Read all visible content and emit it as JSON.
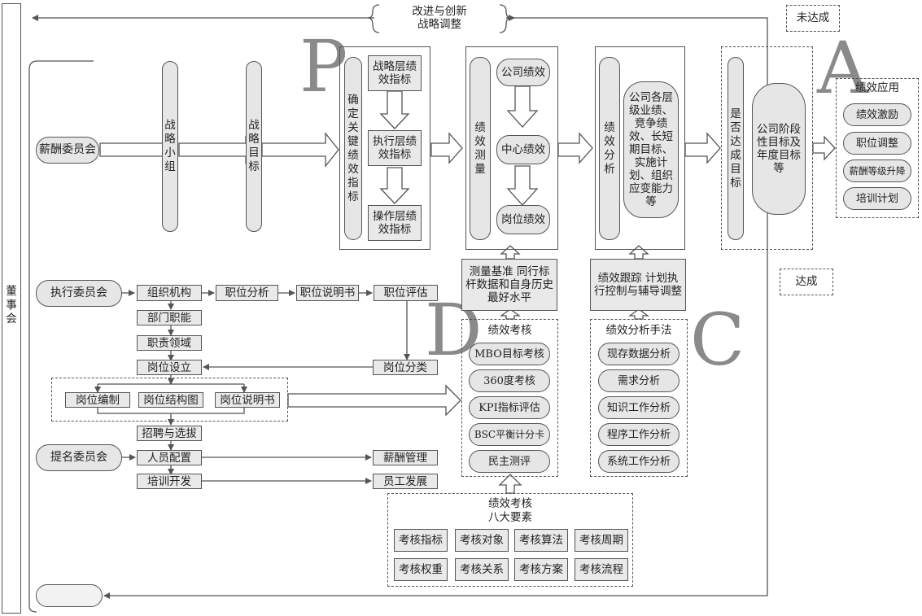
{
  "left_bar": "董事会",
  "top_feedback": {
    "line1": "改进与创新",
    "line2": "战略调整"
  },
  "not_achieved": "未达成",
  "achieved": "达成",
  "pdca": {
    "p": "P",
    "d": "D",
    "c": "C",
    "a": "A"
  },
  "committees": {
    "compensation": "薪酬委员会",
    "executive": "执行委员会",
    "nomination": "提名委员会"
  },
  "strategy_group": "战略小组",
  "strategy_goal": "战略目标",
  "kpi_box": {
    "title": "确定关键绩效指标",
    "items": [
      "战略层绩效指标",
      "执行层绩效指标",
      "操作层绩效指标"
    ]
  },
  "measure": {
    "title": "绩效测量",
    "items": [
      "公司绩效",
      "中心绩效",
      "岗位绩效"
    ]
  },
  "analysis": {
    "title": "绩效分析",
    "content": "公司各层级业绩、竞争绩效、长短期目标、实施计划、组织应变能力等"
  },
  "goal_check": {
    "title": "是否达成目标",
    "content": "公司阶段性目标及年度目标等"
  },
  "application": {
    "title": "绩效应用",
    "items": [
      "绩效激励",
      "职位调整",
      "薪酬等级升降",
      "培训计划"
    ]
  },
  "benchmark": "测量基准 同行标杆数据和自身历史最好水平",
  "tracking": "绩效跟踪 计划执行控制与辅导调整",
  "assessment": {
    "title": "绩效考核",
    "items": [
      "MBO目标考核",
      "360度考核",
      "KPI指标评估",
      "BSC平衡计分卡",
      "民主测评"
    ]
  },
  "analysis_methods": {
    "title": "绩效分析手法",
    "items": [
      "现存数据分析",
      "需求分析",
      "知识工作分析",
      "程序工作分析",
      "系统工作分析"
    ]
  },
  "elements": {
    "title1": "绩效考核",
    "title2": "八大要素",
    "items": [
      "考核指标",
      "考核对象",
      "考核算法",
      "考核周期",
      "考核权重",
      "考核关系",
      "考核方案",
      "考核流程"
    ]
  },
  "flow": {
    "org": "组织机构",
    "job_analysis": "职位分析",
    "job_desc": "职位说明书",
    "job_eval": "职位评估",
    "dept_func": "部门职能",
    "duty": "职责领域",
    "post_setting": "岗位设立",
    "post_class": "岗位分类",
    "post_staffing": "岗位编制",
    "post_chart": "岗位结构图",
    "post_desc": "岗位说明书",
    "recruit": "招聘与选拔",
    "staffing": "人员配置",
    "salary": "薪酬管理",
    "training": "培训开发",
    "development": "员工发展"
  }
}
